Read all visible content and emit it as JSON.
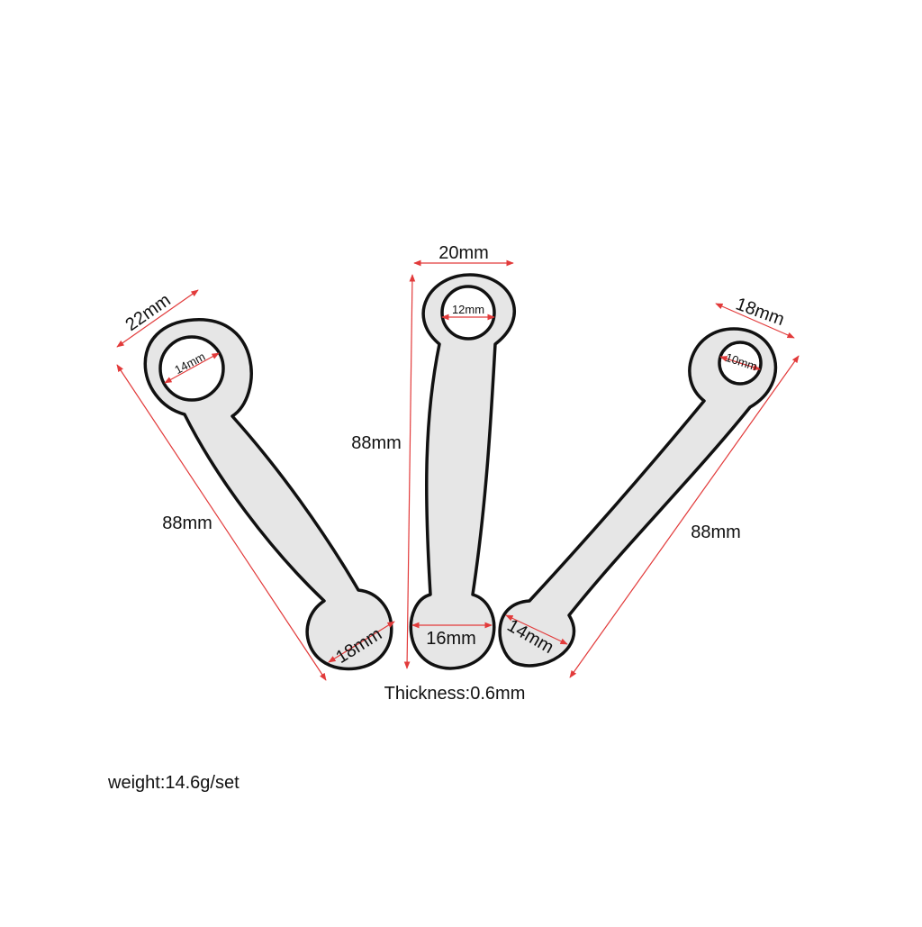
{
  "parts": [
    {
      "name": "left",
      "top_width": "22mm",
      "hole": "14mm",
      "length": "88mm",
      "bottom": "18mm"
    },
    {
      "name": "middle",
      "top_width": "20mm",
      "hole": "12mm",
      "length": "88mm",
      "bottom": "16mm"
    },
    {
      "name": "right",
      "top_width": "18mm",
      "hole": "10mm",
      "length": "88mm",
      "bottom": "14mm"
    }
  ],
  "thickness": "Thickness:0.6mm",
  "weight": "weight:14.6g/set",
  "colors": {
    "dimension_line": "#e23a3a",
    "outline": "#111111",
    "metal_fill": "#e6e6e6"
  }
}
